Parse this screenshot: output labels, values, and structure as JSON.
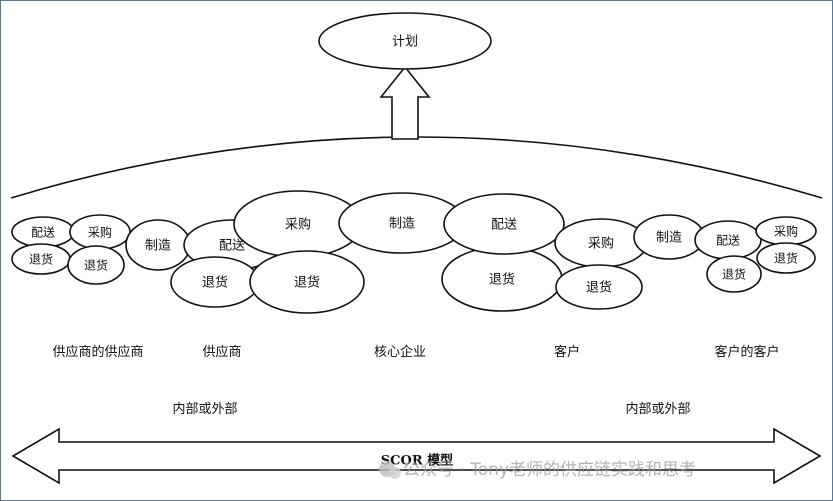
{
  "plan_label": "计划",
  "nodes": {
    "ss_delivery": "配送",
    "ss_purchase": "采购",
    "ss_return_a": "退货",
    "ss_return_b": "退货",
    "s_make": "制造",
    "s_delivery": "配送",
    "s_return": "退货",
    "core_purchase": "采购",
    "core_return": "退货",
    "core_make": "制造",
    "core_delivery": "配送",
    "core_return_r": "退货",
    "c_purchase": "采购",
    "c_return": "退货",
    "c_make": "制造",
    "cc_delivery": "配送",
    "cc_purchase": "采购",
    "cc_return_a": "退货",
    "cc_return_b": "退货"
  },
  "entities": [
    "供应商的供应商",
    "供应商",
    "核心企业",
    "客户",
    "客户的客户"
  ],
  "scope_labels": [
    "内部或外部",
    "内部或外部"
  ],
  "model_label": "SCOR 模型",
  "watermark": "公众号 · Tony老师的供应链实践和思考"
}
